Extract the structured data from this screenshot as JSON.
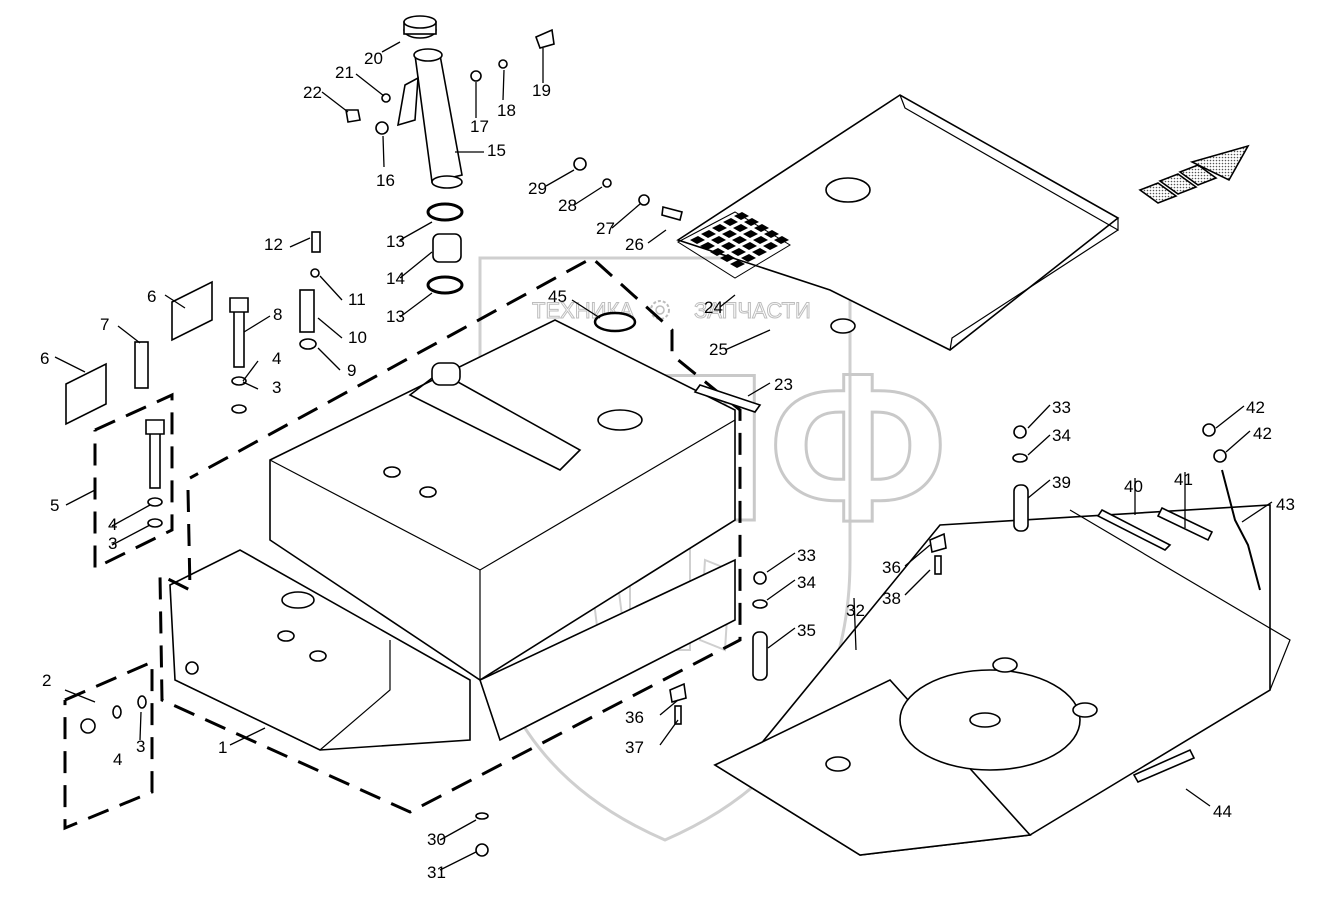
{
  "diagram": {
    "title": "Fuel tank assembly – exploded view",
    "watermark": {
      "top_left": "ТЕХНИКА",
      "top_right": "ЗАПЧАСТИ",
      "logo": "ЭПФ",
      "gear_icon": "gear-icon"
    },
    "direction_indicator": "arrow-forward-icon",
    "callouts": [
      {
        "id": "c1",
        "label": "1"
      },
      {
        "id": "c2",
        "label": "2"
      },
      {
        "id": "c3a",
        "label": "3"
      },
      {
        "id": "c3b",
        "label": "3"
      },
      {
        "id": "c3c",
        "label": "3"
      },
      {
        "id": "c4a",
        "label": "4"
      },
      {
        "id": "c4b",
        "label": "4"
      },
      {
        "id": "c4c",
        "label": "4"
      },
      {
        "id": "c5",
        "label": "5"
      },
      {
        "id": "c6a",
        "label": "6"
      },
      {
        "id": "c6b",
        "label": "6"
      },
      {
        "id": "c7",
        "label": "7"
      },
      {
        "id": "c8",
        "label": "8"
      },
      {
        "id": "c9",
        "label": "9"
      },
      {
        "id": "c10",
        "label": "10"
      },
      {
        "id": "c11",
        "label": "11"
      },
      {
        "id": "c12",
        "label": "12"
      },
      {
        "id": "c13a",
        "label": "13"
      },
      {
        "id": "c13b",
        "label": "13"
      },
      {
        "id": "c14",
        "label": "14"
      },
      {
        "id": "c15",
        "label": "15"
      },
      {
        "id": "c16",
        "label": "16"
      },
      {
        "id": "c17",
        "label": "17"
      },
      {
        "id": "c18",
        "label": "18"
      },
      {
        "id": "c19",
        "label": "19"
      },
      {
        "id": "c20",
        "label": "20"
      },
      {
        "id": "c21",
        "label": "21"
      },
      {
        "id": "c22",
        "label": "22"
      },
      {
        "id": "c23",
        "label": "23"
      },
      {
        "id": "c24",
        "label": "24"
      },
      {
        "id": "c25",
        "label": "25"
      },
      {
        "id": "c26",
        "label": "26"
      },
      {
        "id": "c27",
        "label": "27"
      },
      {
        "id": "c28",
        "label": "28"
      },
      {
        "id": "c29",
        "label": "29"
      },
      {
        "id": "c30",
        "label": "30"
      },
      {
        "id": "c31",
        "label": "31"
      },
      {
        "id": "c32",
        "label": "32"
      },
      {
        "id": "c33a",
        "label": "33"
      },
      {
        "id": "c33b",
        "label": "33"
      },
      {
        "id": "c34a",
        "label": "34"
      },
      {
        "id": "c34b",
        "label": "34"
      },
      {
        "id": "c35",
        "label": "35"
      },
      {
        "id": "c36a",
        "label": "36"
      },
      {
        "id": "c36b",
        "label": "36"
      },
      {
        "id": "c37",
        "label": "37"
      },
      {
        "id": "c38",
        "label": "38"
      },
      {
        "id": "c39",
        "label": "39"
      },
      {
        "id": "c40",
        "label": "40"
      },
      {
        "id": "c41",
        "label": "41"
      },
      {
        "id": "c42a",
        "label": "42"
      },
      {
        "id": "c42b",
        "label": "42"
      },
      {
        "id": "c43",
        "label": "43"
      },
      {
        "id": "c44",
        "label": "44"
      },
      {
        "id": "c45",
        "label": "45"
      }
    ]
  }
}
